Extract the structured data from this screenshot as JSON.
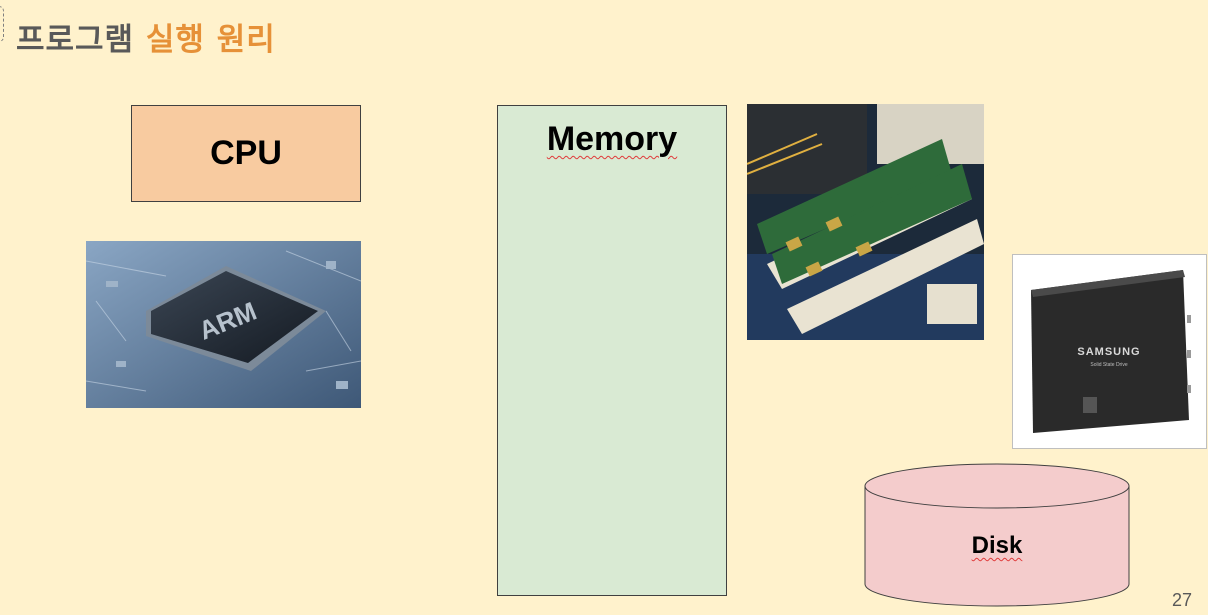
{
  "slide": {
    "title_part1": "프로그램",
    "title_part2": "실행 원리",
    "page_number": "27"
  },
  "cpu": {
    "label": "CPU"
  },
  "memory": {
    "label": "Memory"
  },
  "disk": {
    "label": "Disk"
  },
  "images": {
    "cpu_chip_text": "ARM",
    "ssd_brand": "SAMSUNG",
    "ssd_subtitle": "Solid State Drive"
  },
  "colors": {
    "background": "#fff2cc",
    "cpu_fill": "#f8cba0",
    "memory_fill": "#d9ead3",
    "disk_fill": "#f4cccc",
    "title_gray": "#595959",
    "title_orange": "#e69138"
  }
}
